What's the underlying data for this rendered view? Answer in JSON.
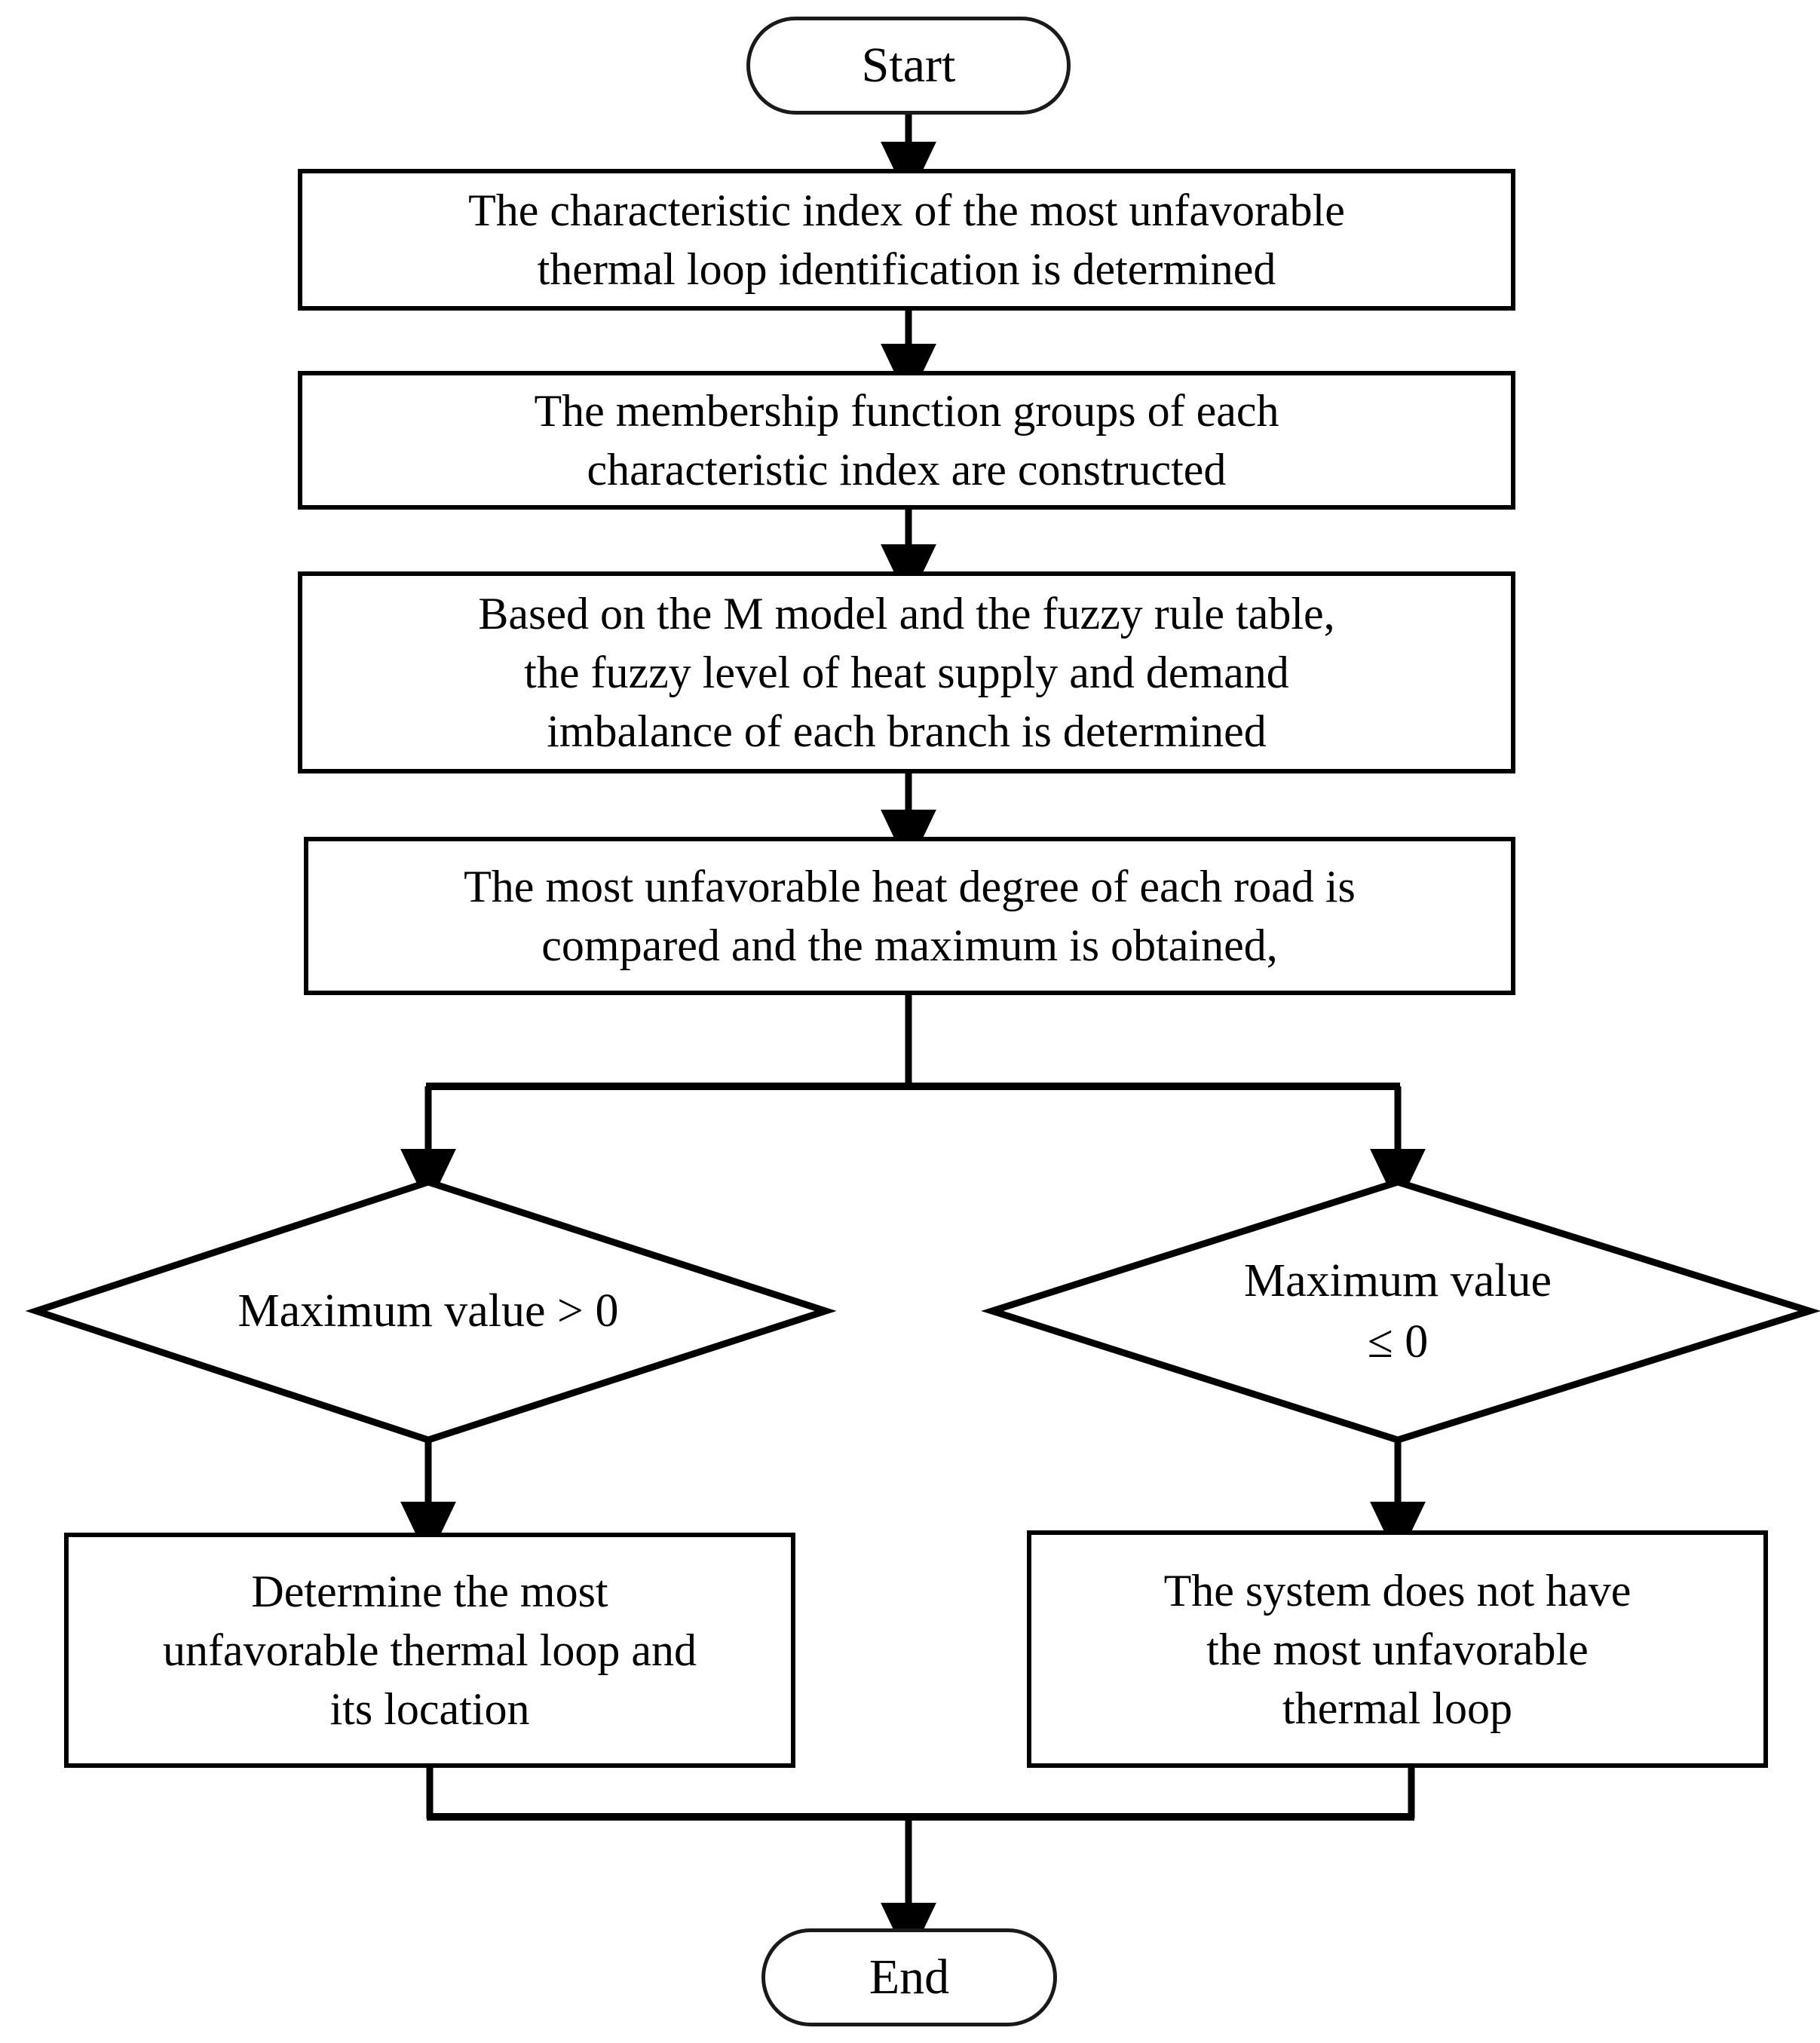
{
  "diagram": {
    "title": "Most unfavorable thermal loop identification flowchart",
    "type": "flowchart",
    "background_color": "#ffffff",
    "line_color": "#000000",
    "text_color": "#000000"
  },
  "nodes": {
    "start": {
      "label": "Start",
      "shape": "terminator"
    },
    "step1": {
      "label": "The characteristic index of the most unfavorable\nthermal loop identification is determined",
      "shape": "process"
    },
    "step2": {
      "label": "The membership function groups of each\ncharacteristic index are constructed",
      "shape": "process"
    },
    "step3": {
      "label": "Based on the M model and the fuzzy rule table,\nthe fuzzy level of heat supply and demand\nimbalance of each branch is determined",
      "shape": "process"
    },
    "step4": {
      "label": "The most unfavorable heat degree of each road is\ncompared and the maximum is obtained,",
      "shape": "process"
    },
    "decision_left": {
      "label": "Maximum value > 0",
      "shape": "decision"
    },
    "decision_right": {
      "label": "Maximum value\n≤ 0",
      "shape": "decision"
    },
    "result_left": {
      "label": "Determine the most\nunfavorable thermal loop and\nits location",
      "shape": "process"
    },
    "result_right": {
      "label": "The system does not have\nthe most unfavorable\nthermal loop",
      "shape": "process"
    },
    "end": {
      "label": "End",
      "shape": "terminator"
    }
  },
  "edges": [
    {
      "from": "start",
      "to": "step1",
      "label": ""
    },
    {
      "from": "step1",
      "to": "step2",
      "label": ""
    },
    {
      "from": "step2",
      "to": "step3",
      "label": ""
    },
    {
      "from": "step3",
      "to": "step4",
      "label": ""
    },
    {
      "from": "step4",
      "to": "decision_left",
      "label": ""
    },
    {
      "from": "step4",
      "to": "decision_right",
      "label": ""
    },
    {
      "from": "decision_left",
      "to": "result_left",
      "label": ""
    },
    {
      "from": "decision_right",
      "to": "result_right",
      "label": ""
    },
    {
      "from": "result_left",
      "to": "end",
      "label": ""
    },
    {
      "from": "result_right",
      "to": "end",
      "label": ""
    }
  ]
}
